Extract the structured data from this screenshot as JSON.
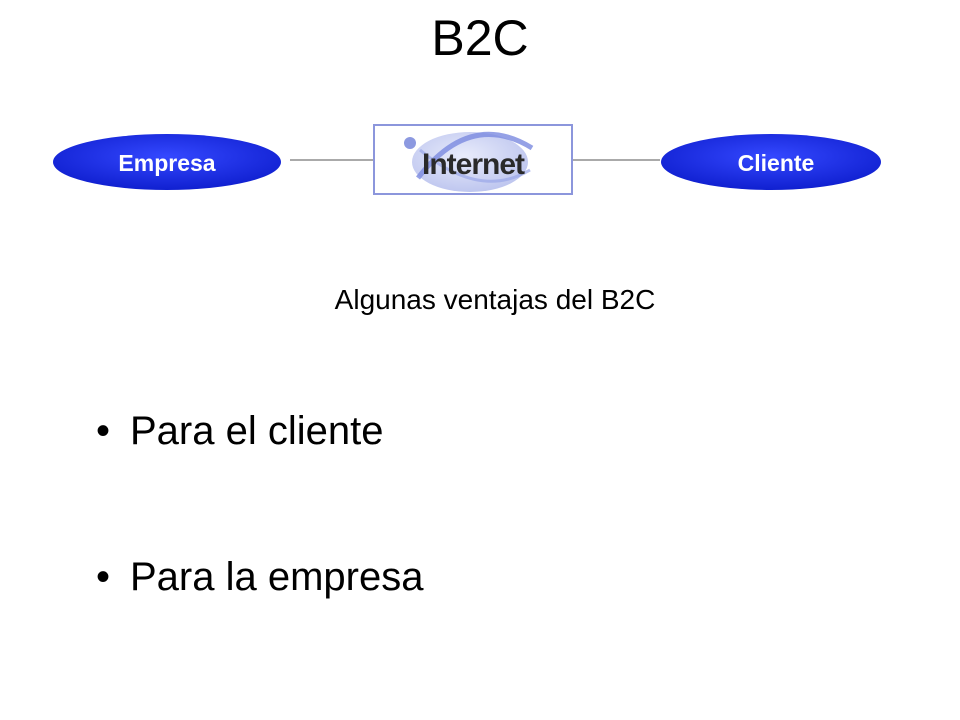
{
  "slide": {
    "title": "B2C",
    "subtitle": "Algunas ventajas del B2C"
  },
  "diagram": {
    "left_node": "Empresa",
    "center_node": "Internet",
    "right_node": "Cliente",
    "colors": {
      "node_fill": "#1a2ee6",
      "node_text": "#ffffff",
      "box_border": "#8c96dc",
      "connector": "#aaaaaa",
      "internet_text": "#2a2a2a",
      "internet_swoosh": "#7a8ae0"
    }
  },
  "bullets": {
    "marker": "•",
    "items": [
      "Para el cliente",
      "Para la empresa"
    ]
  }
}
